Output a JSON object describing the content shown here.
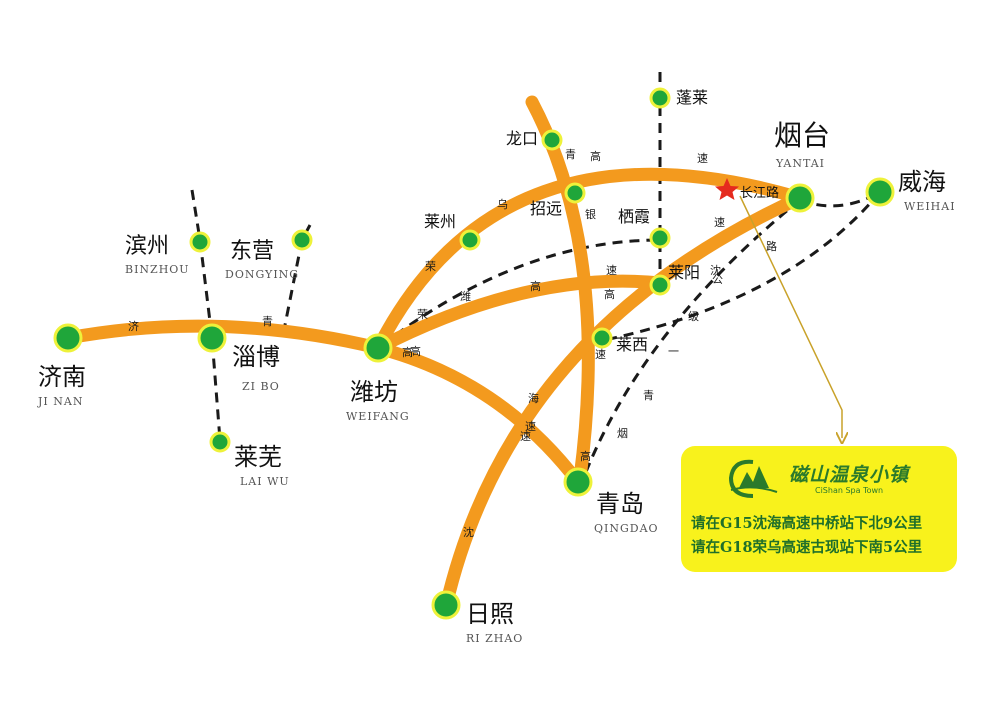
{
  "cities": [
    {
      "id": "jinan",
      "cn": "济南",
      "en": "JI NAN"
    },
    {
      "id": "zibo",
      "cn": "淄博",
      "en": "ZI BO"
    },
    {
      "id": "binzhou",
      "cn": "滨州",
      "en": "BINZHOU"
    },
    {
      "id": "dongying",
      "cn": "东营",
      "en": "DONGYING"
    },
    {
      "id": "laiwu",
      "cn": "莱芜",
      "en": "LAI WU"
    },
    {
      "id": "weifang",
      "cn": "潍坊",
      "en": "WEIFANG"
    },
    {
      "id": "qingdao",
      "cn": "青岛",
      "en": "QINGDAO"
    },
    {
      "id": "rizhao",
      "cn": "日照",
      "en": "RI ZHAO"
    },
    {
      "id": "yantai",
      "cn": "烟台",
      "en": "YANTAI"
    },
    {
      "id": "weihai",
      "cn": "威海",
      "en": "WEIHAI"
    },
    {
      "id": "penglai",
      "cn": "蓬莱",
      "en": ""
    },
    {
      "id": "longkou",
      "cn": "龙口",
      "en": ""
    },
    {
      "id": "laizhou",
      "cn": "莱州",
      "en": ""
    },
    {
      "id": "zhaoyuan",
      "cn": "招远",
      "en": ""
    },
    {
      "id": "qixia",
      "cn": "栖霞",
      "en": ""
    },
    {
      "id": "laiyang",
      "cn": "莱阳",
      "en": ""
    },
    {
      "id": "laixi",
      "cn": "莱西",
      "en": ""
    }
  ],
  "landmark": {
    "label": "长江路"
  },
  "road_labels": [
    "济",
    "青",
    "高",
    "速",
    "青",
    "银",
    "高",
    "速",
    "荣",
    "乌",
    "高",
    "速",
    "荣",
    "潍",
    "高",
    "速",
    "沈",
    "海",
    "高",
    "速",
    "沈",
    "烟",
    "青",
    "一",
    "级",
    "公",
    "路",
    "高",
    "速"
  ],
  "info_box": {
    "brand_cn": "磁山温泉小镇",
    "brand_en": "CiShan Spa Town",
    "line1": "请在G15沈海高速中桥站下北9公里",
    "line2": "请在G18荣乌高速古现站下南5公里"
  },
  "colors": {
    "highway": "#f39a1e",
    "highway_outline": "#e08a10",
    "node_fill": "#1fa63a",
    "node_outline": "#eef23a",
    "dashed_road": "#1a1a1a",
    "star": "#e52a1e",
    "pointer": "#c9a22a",
    "info_bg": "#f8f21c",
    "info_text": "#1f6f2a"
  }
}
